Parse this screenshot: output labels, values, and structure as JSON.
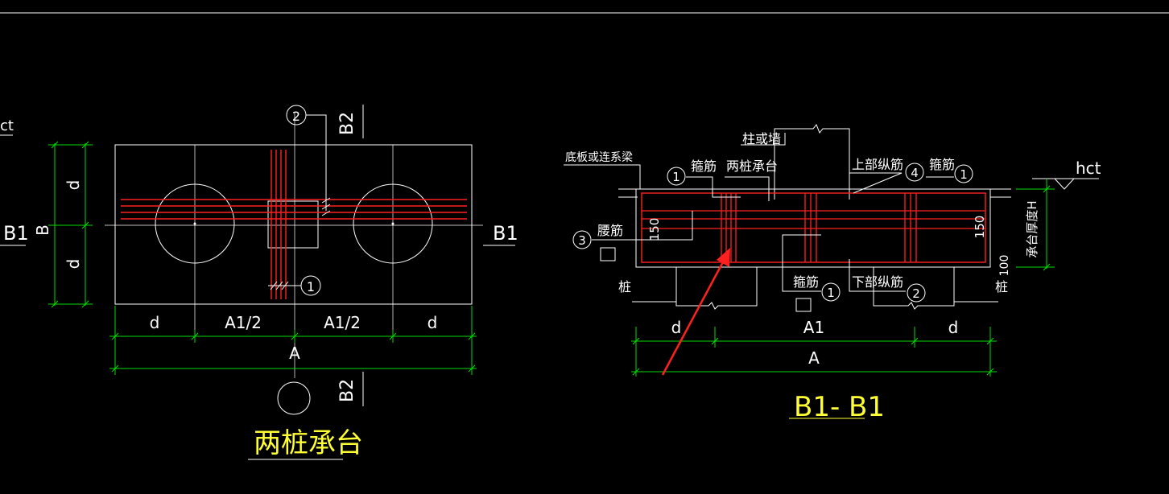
{
  "colors": {
    "background": "#000000",
    "outline": "#ffffff",
    "rebar": "#ff2020",
    "dimension": "#00dd00",
    "title_text": "#ffff33",
    "arrow": "#ff2020"
  },
  "plan_view": {
    "top_left_label": "ct",
    "section_mark_left": "B1",
    "section_mark_right": "B1",
    "section_mark_top": "B2",
    "section_mark_bottom": "B2",
    "side_dim_total": "B",
    "side_dim_upper": "d",
    "side_dim_lower": "d",
    "dim_left": "d",
    "dim_mid_left": "A1/2",
    "dim_mid_right": "A1/2",
    "dim_right": "d",
    "dim_total": "A",
    "bubble_top": "2",
    "bubble_bottom": "1",
    "title": "两桩承台"
  },
  "section_view": {
    "label_column": "柱或墙",
    "label_slab": "底板或连系梁",
    "label_stirrup_left": "箍筋",
    "label_cap": "两桩承台",
    "label_top_long": "上部纵筋",
    "label_stirrup_right": "箍筋",
    "label_waist": "腰筋",
    "label_pile_left": "桩",
    "label_pile_right": "桩",
    "label_stirrup_bottom": "箍筋",
    "label_bottom_long": "下部纵筋",
    "label_hct": "hct",
    "label_thickness": "承台厚度H",
    "cover_left": "150",
    "cover_right": "150",
    "cover_bottom": "100",
    "bubble_1a": "1",
    "bubble_4": "4",
    "bubble_1b": "1",
    "bubble_3": "3",
    "bubble_1c": "1",
    "bubble_2": "2",
    "dim_left": "d",
    "dim_mid": "A1",
    "dim_right": "d",
    "dim_total": "A",
    "title": "B1- B1"
  }
}
